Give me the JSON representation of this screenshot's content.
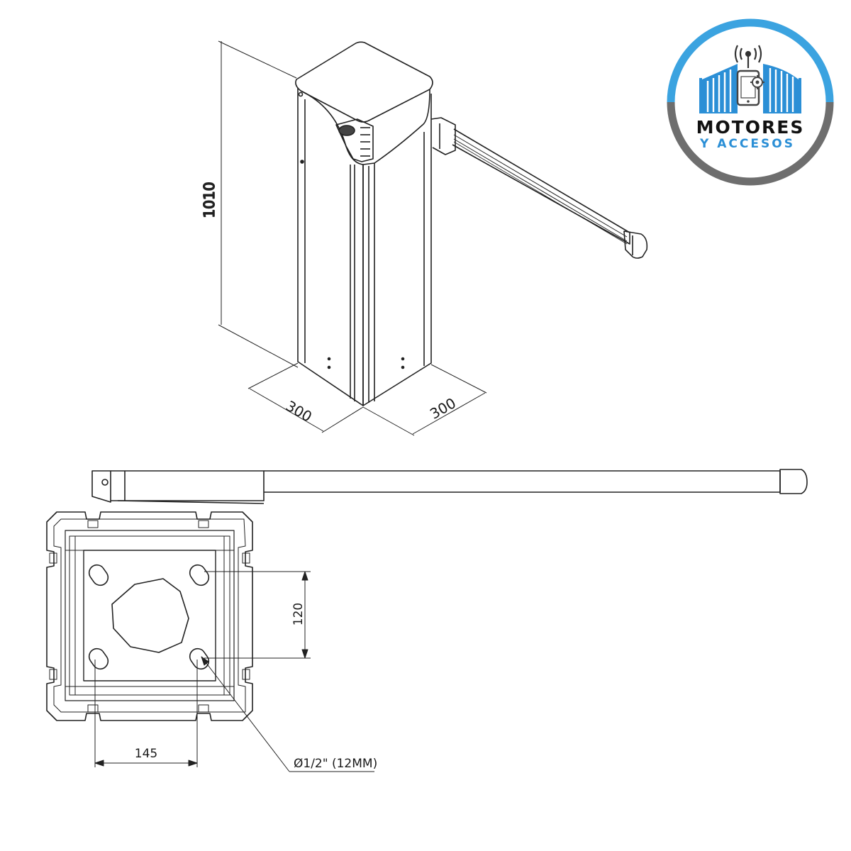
{
  "dimensions": {
    "height": "1010",
    "width_left": "300",
    "width_right": "300",
    "hole_spacing_vertical": "120",
    "hole_spacing_horizontal": "145",
    "hole_diameter": "Ø1/2\" (12MM)"
  },
  "logo": {
    "line1": "MOTORES",
    "line2": "Y ACCESOS",
    "ring_color_top": "#3ba3e0",
    "ring_color_bottom": "#6e6e6e",
    "accent_color": "#2b8fd6"
  },
  "icons": [
    "antenna-icon",
    "gate-icon",
    "phone-gear-icon"
  ]
}
